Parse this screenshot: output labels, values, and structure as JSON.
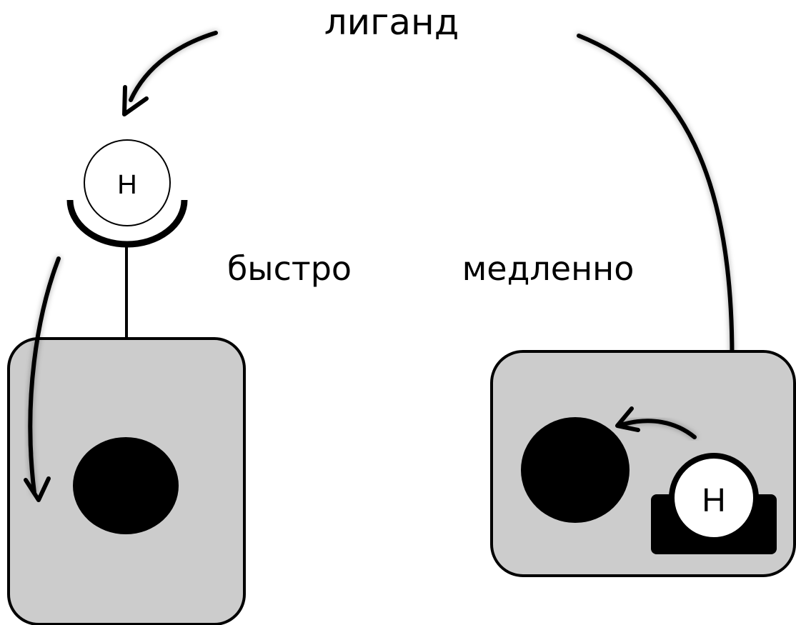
{
  "labels": {
    "ligand": "лиганд",
    "fast": "быстро",
    "slow": "медленно"
  },
  "hormone": {
    "letter": "H"
  },
  "colors": {
    "cell_fill": "#cccccc",
    "stroke": "#000000",
    "nucleus": "#000000",
    "background": "#ffffff"
  }
}
